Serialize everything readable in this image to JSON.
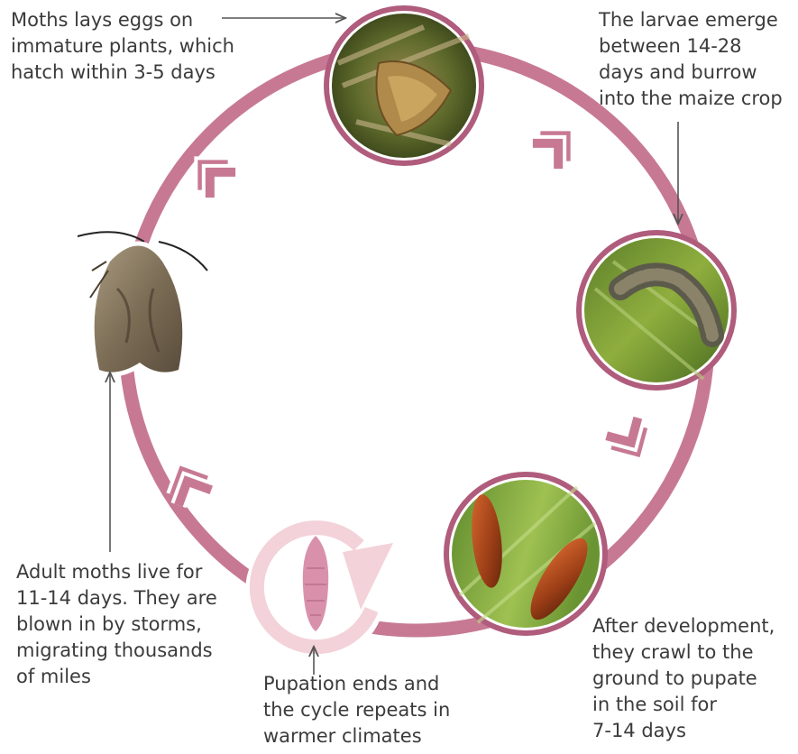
{
  "colors": {
    "cycle_ring": "#c77994",
    "node_border": "#b05c7c",
    "pupa_pink": "#d991ab",
    "pupa_ring": "#f3d2d9",
    "arrow_line": "#555555"
  },
  "stages": [
    {
      "id": "eggs",
      "icon": "moth-on-maize-photo",
      "text": "Moths lays eggs on\nimmature plants, which\nhatch within 3-5 days"
    },
    {
      "id": "larvae",
      "icon": "caterpillar-photo",
      "text": "The larvae emerge\nbetween 14-28\ndays and burrow\ninto the maize crop"
    },
    {
      "id": "pupa",
      "icon": "pupae-photo",
      "text": "After development,\nthey crawl to the\nground to pupate\nin the soil for\n7-14 days"
    },
    {
      "id": "pupation",
      "icon": "pupa-cycle-icon",
      "text": "Pupation ends and\nthe cycle repeats in\nwarmer climates"
    },
    {
      "id": "adult",
      "icon": "adult-moth-photo",
      "text": "Adult moths live for\n11-14 days. They are\nblown in by storms,\nmigrating thousands\nof miles"
    }
  ]
}
